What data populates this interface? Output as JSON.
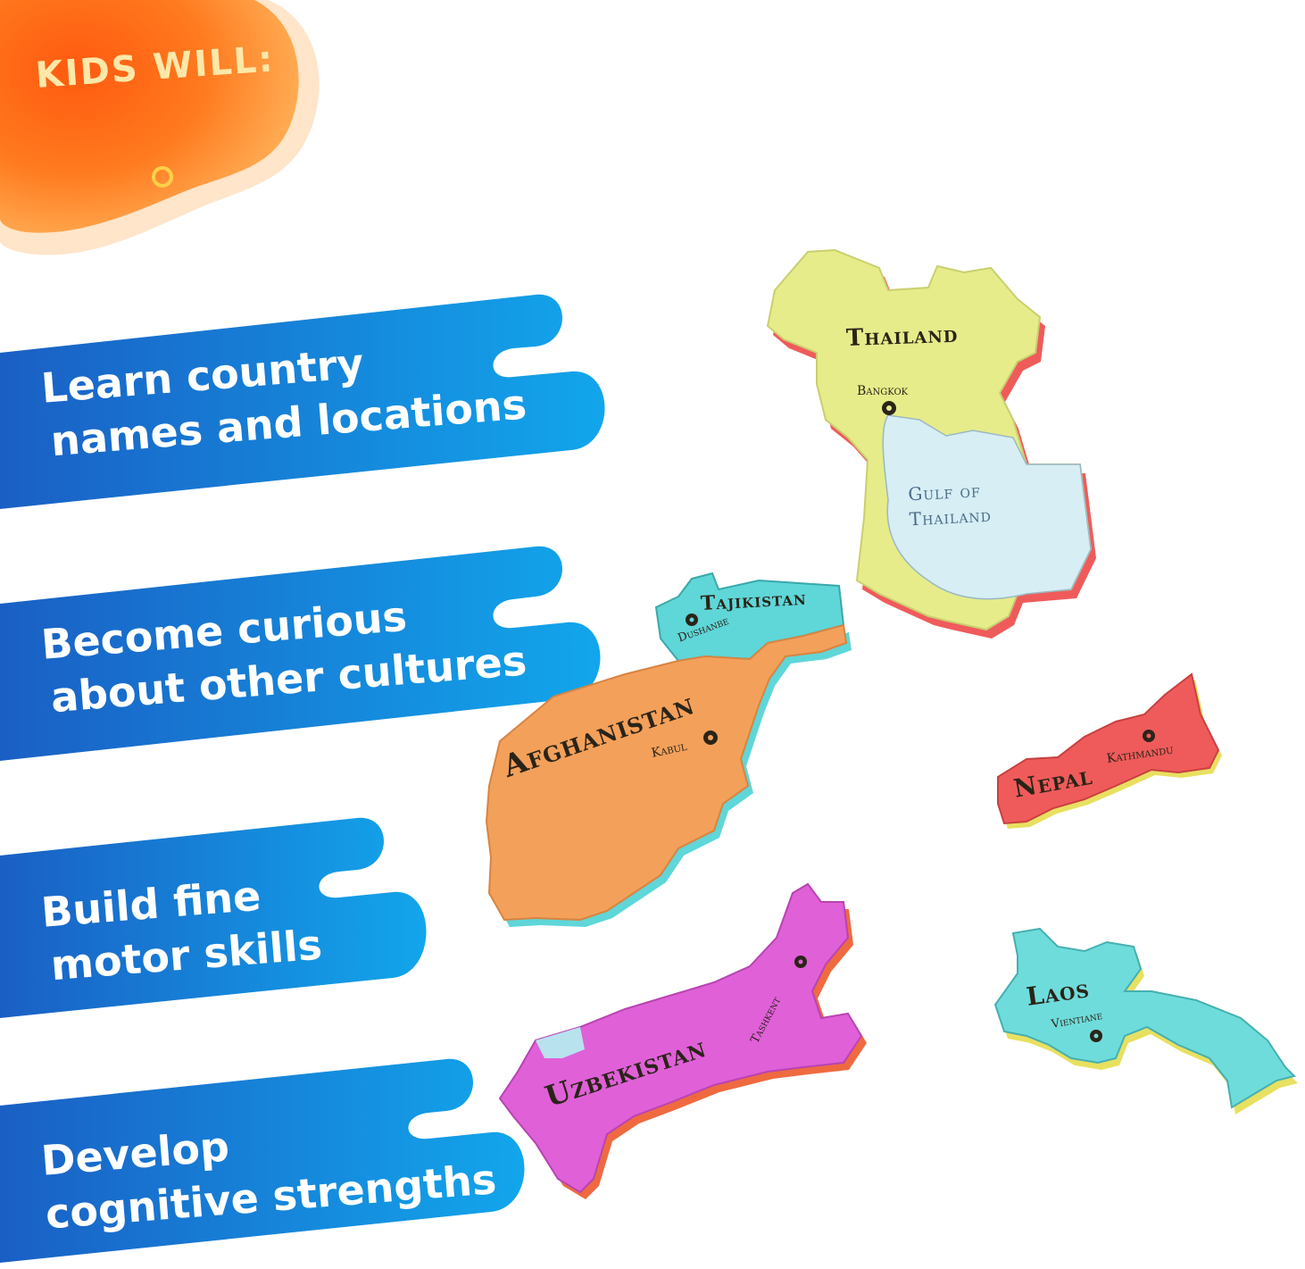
{
  "header": {
    "title": "KIDS WILL:"
  },
  "benefits": [
    {
      "line1": "Learn country",
      "line2": "names and locations"
    },
    {
      "line1": "Become curious",
      "line2": "about other cultures"
    },
    {
      "line1": "Build fine",
      "line2": "motor skills"
    },
    {
      "line1": "Develop",
      "line2": "cognitive strengths"
    }
  ],
  "pieces": {
    "thailand": {
      "name": "Thailand",
      "capital": "Bangkok",
      "water_line1": "Gulf of",
      "water_line2": "Thailand"
    },
    "tajikistan": {
      "name": "Tajikistan",
      "capital": "Dushanbe"
    },
    "afghanistan": {
      "name": "Afghanistan",
      "capital": "Kabul"
    },
    "nepal": {
      "name": "Nepal",
      "capital": "Kathmandu"
    },
    "uzbekistan": {
      "name": "Uzbekistan",
      "capital": "Tashkent"
    },
    "laos": {
      "name": "Laos",
      "capital": "Vientiane"
    }
  },
  "colors": {
    "ribbon_start": "#1a5fc4",
    "ribbon_end": "#12a6ec",
    "blob_orange": "#ff6a1a",
    "thailand": "#e6ec8a",
    "gulf": "#d6eef4",
    "tajikistan": "#5fd6d8",
    "afghanistan": "#f3a05a",
    "nepal": "#ef5b5b",
    "uzbekistan": "#e060d8",
    "laos": "#6fdcdc"
  }
}
